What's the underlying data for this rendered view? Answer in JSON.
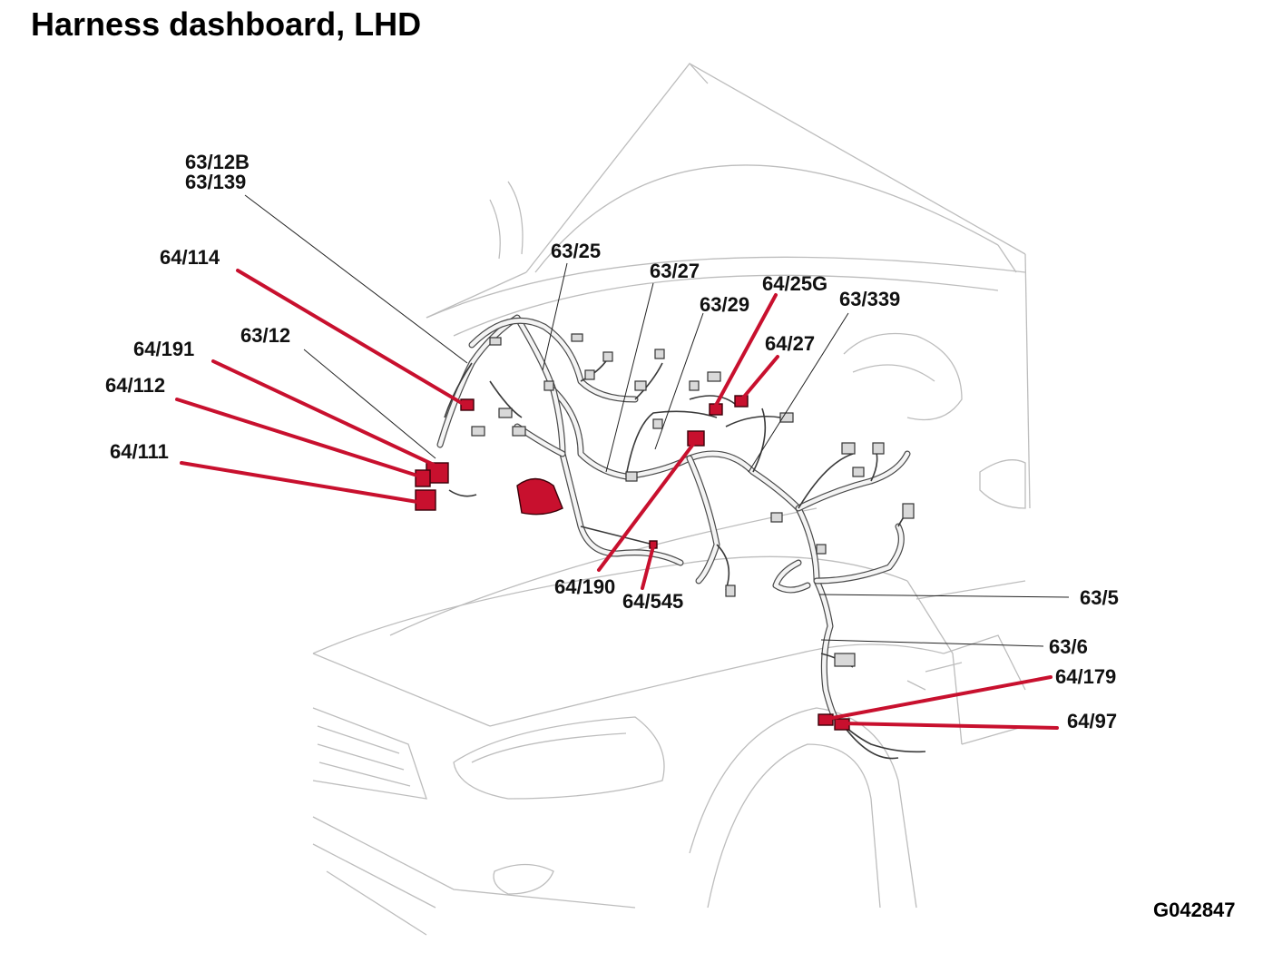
{
  "title": "Harness dashboard, LHD",
  "figure_code": "G042847",
  "colors": {
    "highlight": "#c8102e",
    "leader": "#222222",
    "car_outline": "#bdbdbd",
    "harness": "#4a4a4a"
  },
  "labels": {
    "l_63_12b": "63/12B",
    "l_63_139": "63/139",
    "l_64_114": "64/114",
    "l_63_12": "63/12",
    "l_64_191": "64/191",
    "l_64_112": "64/112",
    "l_64_111": "64/111",
    "l_63_25": "63/25",
    "l_63_27": "63/27",
    "l_63_29": "63/29",
    "l_64_25g": "64/25G",
    "l_63_339": "63/339",
    "l_64_27": "64/27",
    "l_64_190": "64/190",
    "l_64_545": "64/545",
    "l_63_5": "63/5",
    "l_63_6": "63/6",
    "l_64_179": "64/179",
    "l_64_97": "64/97"
  }
}
